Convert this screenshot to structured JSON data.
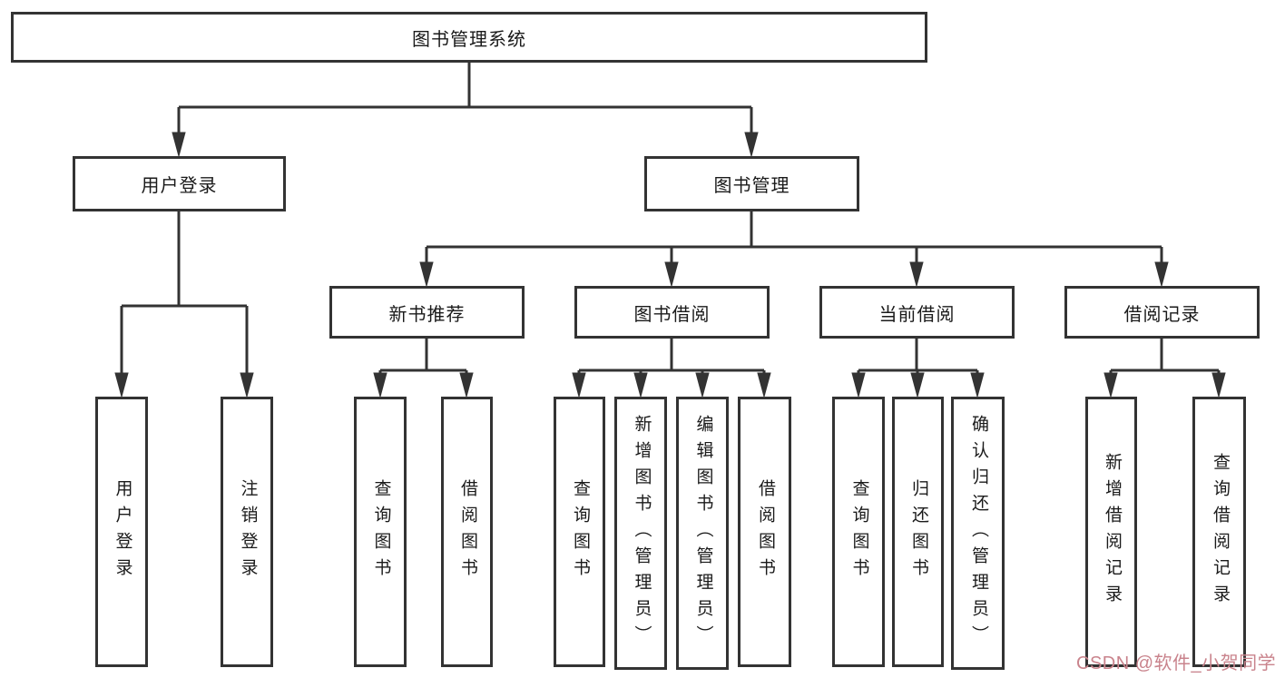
{
  "tree": {
    "label": "图书管理系统",
    "children": [
      {
        "label": "用户登录",
        "children": [
          {
            "label": "用户登录"
          },
          {
            "label": "注销登录"
          }
        ]
      },
      {
        "label": "图书管理",
        "children": [
          {
            "label": "新书推荐",
            "children": [
              {
                "label": "查询图书"
              },
              {
                "label": "借阅图书"
              }
            ]
          },
          {
            "label": "图书借阅",
            "children": [
              {
                "label": "查询图书"
              },
              {
                "label": "新增图书（管理员）"
              },
              {
                "label": "编辑图书（管理员）"
              },
              {
                "label": "借阅图书"
              }
            ]
          },
          {
            "label": "当前借阅",
            "children": [
              {
                "label": "查询图书"
              },
              {
                "label": "归还图书"
              },
              {
                "label": "确认归还（管理员）"
              }
            ]
          },
          {
            "label": "借阅记录",
            "children": [
              {
                "label": "新增借阅记录"
              },
              {
                "label": "查询借阅记录"
              }
            ]
          }
        ]
      }
    ]
  },
  "watermark": {
    "text": "CSDN @软件_小贺同学"
  },
  "colors": {
    "border": "#333333",
    "text": "#1a1a1a",
    "watermark": "#c9838c"
  }
}
